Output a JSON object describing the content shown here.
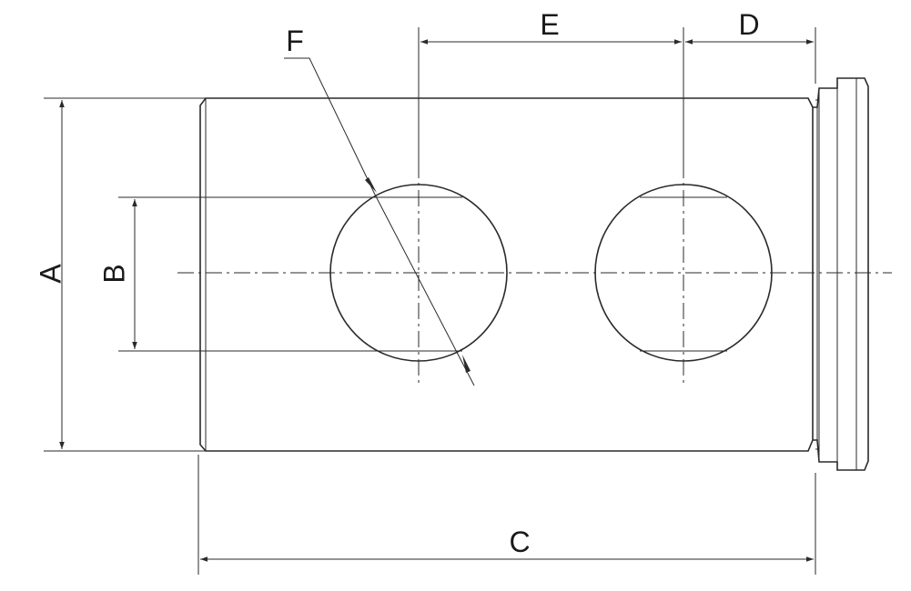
{
  "labels": {
    "a": "A",
    "b": "B",
    "c": "C",
    "d": "D",
    "e": "E",
    "f": "F"
  },
  "colors": {
    "line": "#2a2a2a",
    "background": "#ffffff"
  }
}
